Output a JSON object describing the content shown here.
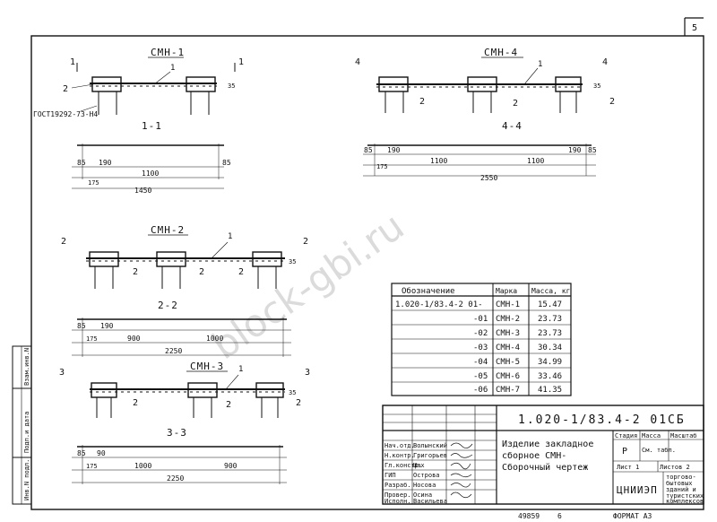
{
  "page": {
    "number": "5",
    "format_label": "ФОРМАТ А3",
    "inventory": "49859",
    "copy": "6"
  },
  "watermark": "block-gbi.ru",
  "side_stamp": {
    "f1": "Взам.инв.N",
    "f2": "Подп.и дата",
    "f3": "Инв.N подл."
  },
  "views": {
    "smn1": {
      "title": "СМН-1",
      "section": "1-1",
      "mark": "1",
      "rod_num": "2",
      "leader": "1",
      "gost": "ГОСТ19292-73-Н4",
      "h35": "35",
      "dims": [
        "85",
        "190",
        "1100",
        "85",
        "175",
        "1450"
      ]
    },
    "smn2": {
      "title": "СМН-2",
      "section": "2-2",
      "mark": "2",
      "rod_num": "2",
      "leader": "1",
      "h35": "35",
      "dims": [
        "85",
        "190",
        "900",
        "1000",
        "175",
        "2250"
      ]
    },
    "smn3": {
      "title": "СМН-3",
      "section": "3-3",
      "mark": "3",
      "rod_num": "2",
      "leader": "1",
      "h35": "35",
      "dims": [
        "85",
        "90",
        "175",
        "1000",
        "900",
        "2250"
      ]
    },
    "smn4": {
      "title": "СМН-4",
      "section": "4-4",
      "mark": "4",
      "rod_num": "2",
      "leader": "1",
      "h35": "35",
      "dims": [
        "85",
        "190",
        "1100",
        "1100",
        "190",
        "85",
        "175",
        "2550"
      ]
    }
  },
  "table": {
    "headers": [
      "Обозначение",
      "Марка",
      "Масса, кг"
    ],
    "rows": [
      [
        "1.020-1/83.4-2 01-",
        "СМН-1",
        "15.47"
      ],
      [
        "-01",
        "СМН-2",
        "23.73"
      ],
      [
        "-02",
        "СМН-3",
        "23.73"
      ],
      [
        "-03",
        "СМН-4",
        "30.34"
      ],
      [
        "-04",
        "СМН-5",
        "34.99"
      ],
      [
        "-05",
        "СМН-6",
        "33.46"
      ],
      [
        "-06",
        "СМН-7",
        "41.35"
      ]
    ]
  },
  "title_block": {
    "code": "1.020-1/83.4-2 01СБ",
    "name1": "Изделие закладное",
    "name2": "сборное СМН-",
    "name3": "Сборочный чертеж",
    "stage_h": "Стадия",
    "mass_h": "Масса",
    "scale_h": "Масштаб",
    "stage": "Р",
    "mass": "См. табл.",
    "sheet_h": "Лист 1",
    "sheets_h": "Листов 2",
    "org": "ЦНИИЭП",
    "org2": [
      "торгово-",
      "бытовых",
      "зданий и",
      "туристских",
      "комплексов"
    ],
    "people": [
      [
        "Нач.отд.",
        "Волынский"
      ],
      [
        "Н.контр.",
        "Григорьев"
      ],
      [
        "Гл.констр.",
        "Шах"
      ],
      [
        "ГИП",
        "Острова"
      ],
      [
        "Разраб.",
        "Носова"
      ],
      [
        "Провер.",
        "Осина"
      ],
      [
        "Исполн.",
        "Васильева"
      ]
    ]
  }
}
